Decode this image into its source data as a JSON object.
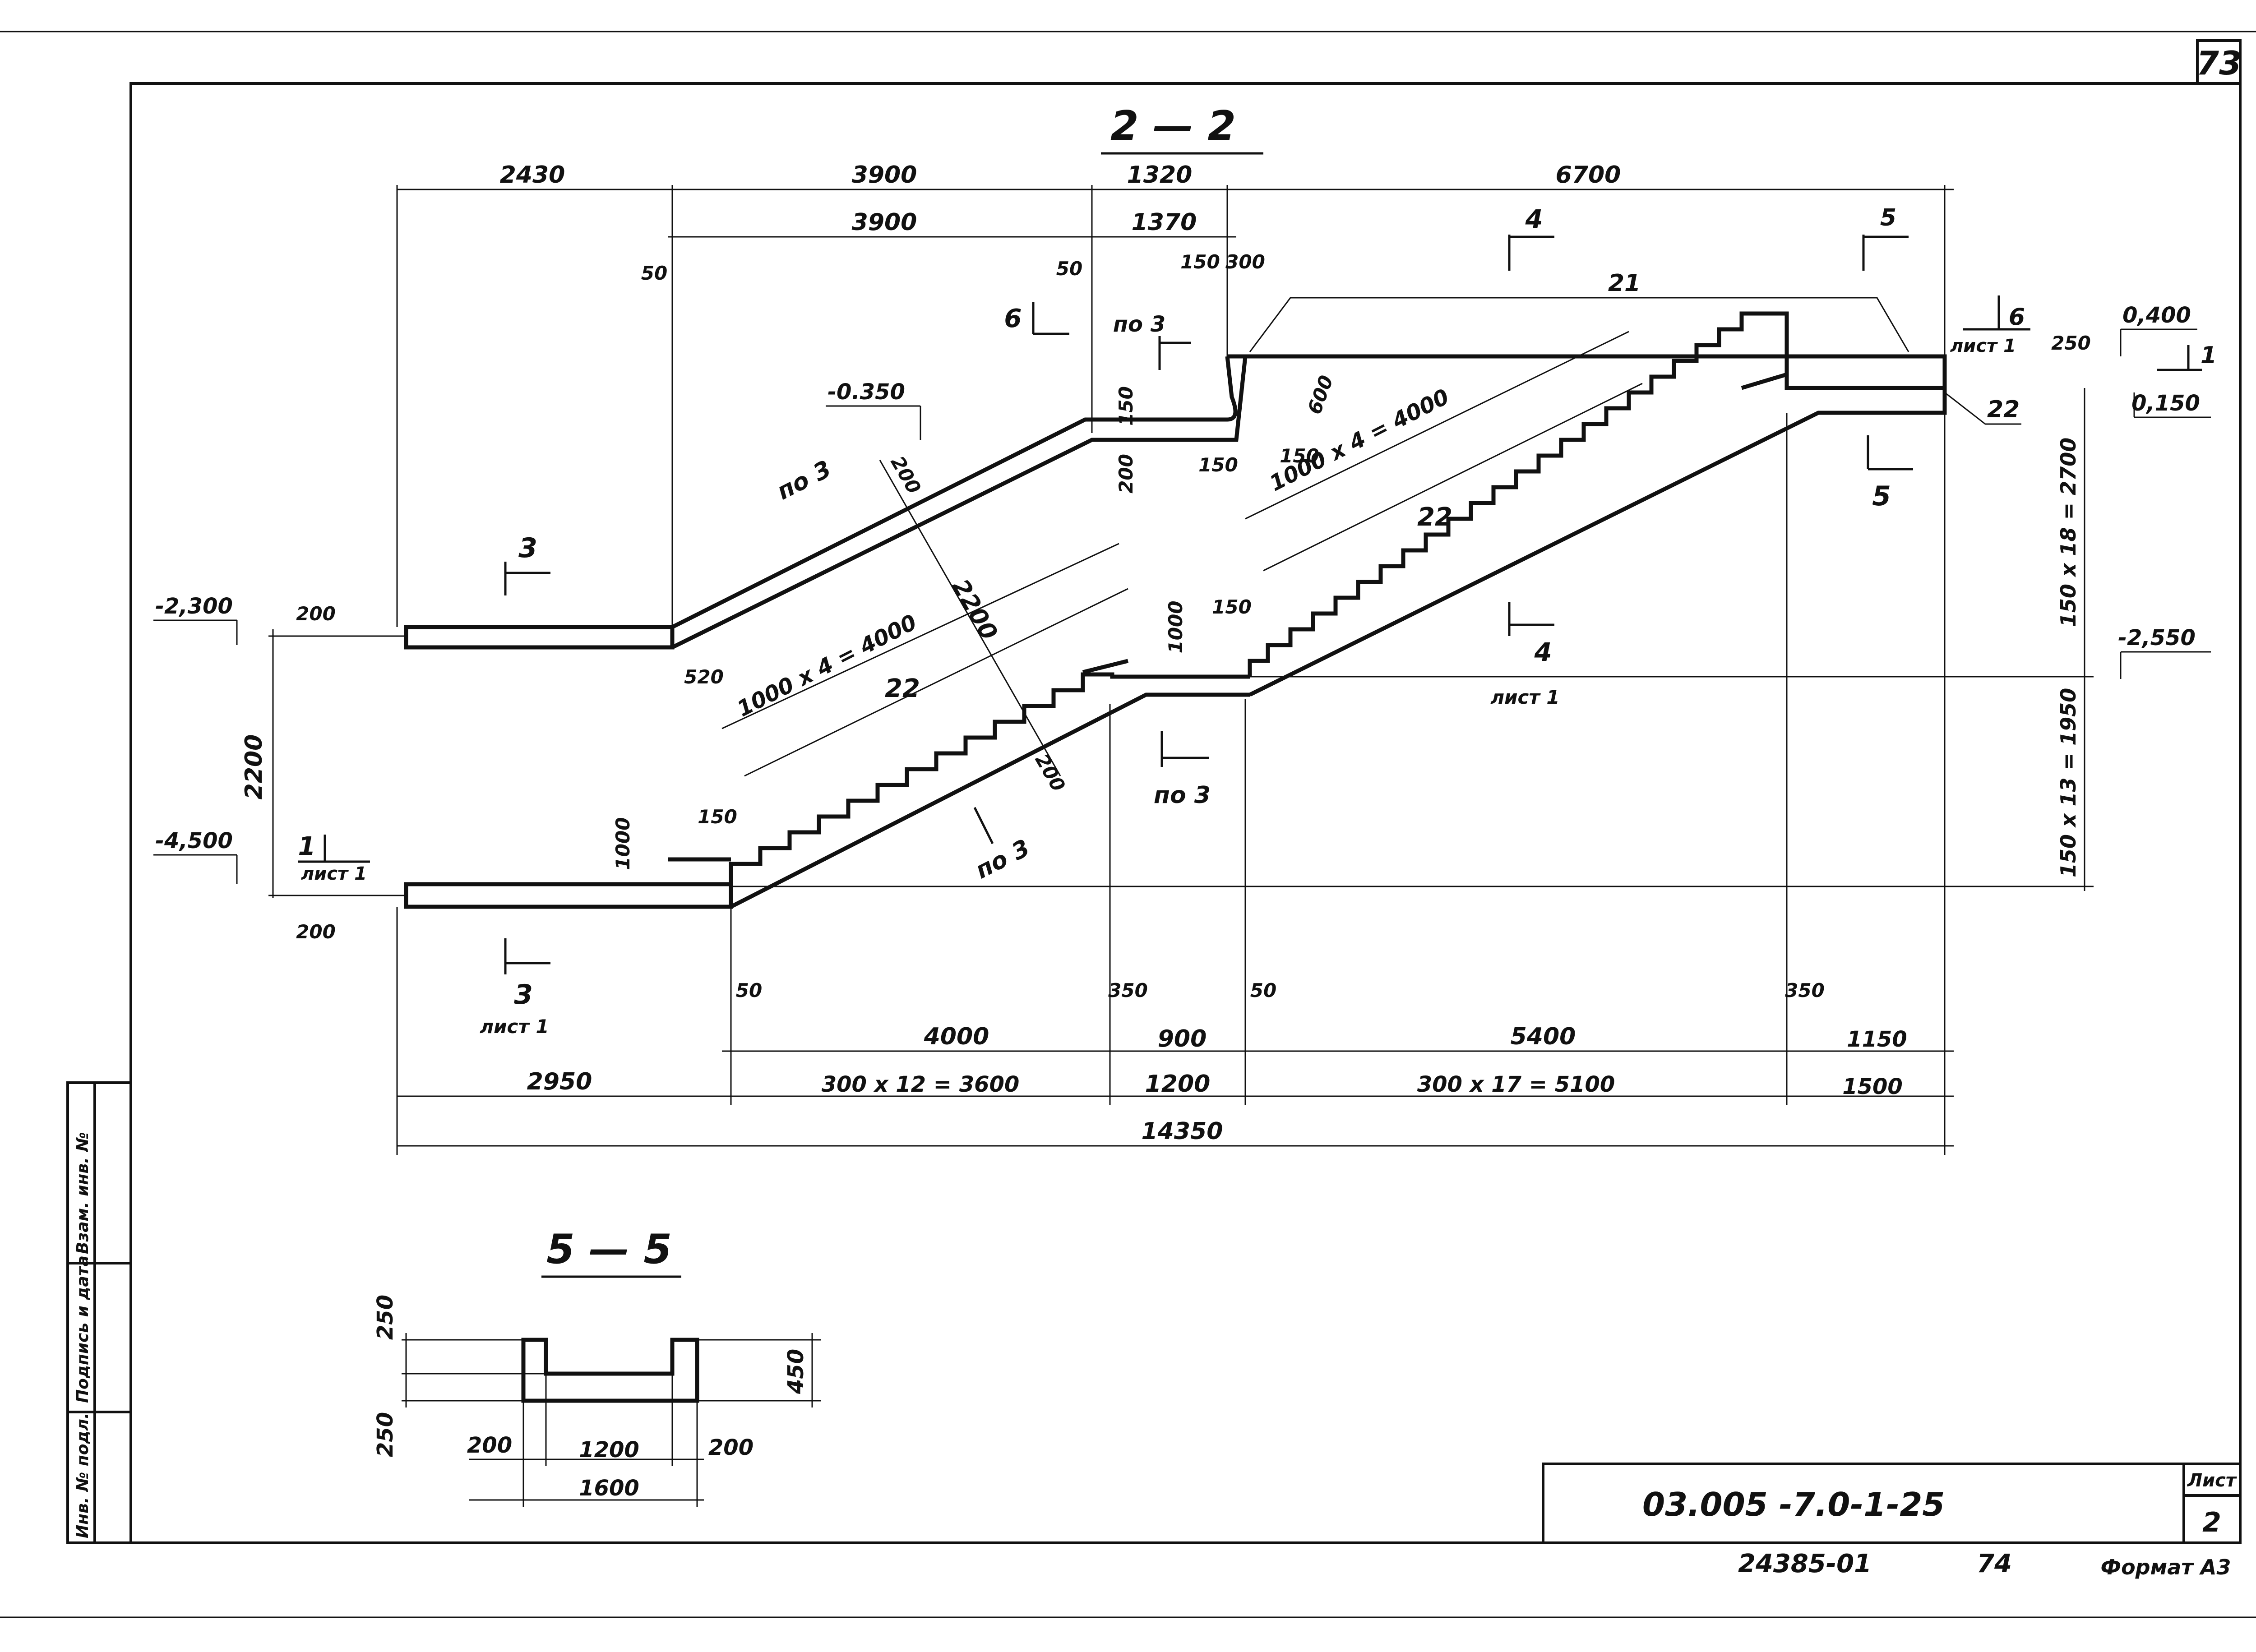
{
  "sheet": {
    "page_number": "73",
    "section_main_title": "2 — 2",
    "section_small_title": "5 — 5",
    "designation": "03.005 -7.0-1-25",
    "sheet_label": "Лист",
    "sheet_number": "2",
    "inventory_code": "24385-01",
    "inventory_page": "74",
    "format_label": "Формат А3",
    "side_labels": [
      "Взам. инв. №",
      "Подпись и дата",
      "Инв. № подл."
    ]
  },
  "section_2_2": {
    "top_dims_row1": [
      "2430",
      "3900",
      "1320",
      "6700"
    ],
    "top_dims_row2": [
      "3900",
      "1370"
    ],
    "small_dims": {
      "d50_left": "50",
      "d50_mid": "50",
      "d150_top": "150",
      "d300_top": "300",
      "d150_upper_landing": "150",
      "d200_upper_landing": "200",
      "d600": "600",
      "d150_a": "150",
      "d150_b": "150",
      "d150_mid": "150",
      "d150_low": "150",
      "d200_slab_top": "200",
      "d200_slab_low": "200",
      "d2200_diag": "2200",
      "d520": "520",
      "d1000_low": "1000",
      "d1000_mid": "1000",
      "d200_upper": "200",
      "d200_lower": "200",
      "d250_right": "250"
    },
    "level_marks": {
      "m_0350": "-0.350",
      "m_2300": "-2,300",
      "m_4500": "-4,500",
      "m_2550": "-2,550",
      "m_0400": "0,400",
      "m_0150": "0,150"
    },
    "left_vertical_dim": "2200",
    "right_vertical_dims": [
      "150 x 18 = 2700",
      "150 x 13 = 1950"
    ],
    "diagonal_dims": [
      "1000 x 4 = 4000",
      "1000 x 4 = 4000"
    ],
    "element_marks": [
      "22",
      "22",
      "21",
      "22"
    ],
    "section_marks": {
      "cut3_upper": "3",
      "cut3_lower": "3",
      "cut3_lower_sheet": "лист 1",
      "cut1": "1",
      "cut1_sheet": "лист 1",
      "cut1_right": "1",
      "cut4_upper": "4",
      "cut4_lower": "4",
      "cut4_lower_sheet": "лист 1",
      "cut5_upper": "5",
      "cut5_lower": "5",
      "cut6_left": "6",
      "cut6_right": "6",
      "cut6_right_sheet": "лист 1"
    },
    "po3_labels": [
      "по 3",
      "по 3",
      "по 3",
      "по 3"
    ],
    "bottom_row1": [
      "50",
      "4000",
      "350",
      "900",
      "50",
      "5400",
      "350",
      "1150"
    ],
    "bottom_row2": [
      "2950",
      "300 x 12 = 3600",
      "1200",
      "300 x 17 = 5100",
      "1500"
    ],
    "bottom_total": "14350"
  },
  "section_5_5": {
    "left_dims": [
      "250",
      "250"
    ],
    "right_dim": "450",
    "bottom_row1": [
      "200",
      "1200",
      "200"
    ],
    "bottom_total": "1600"
  }
}
